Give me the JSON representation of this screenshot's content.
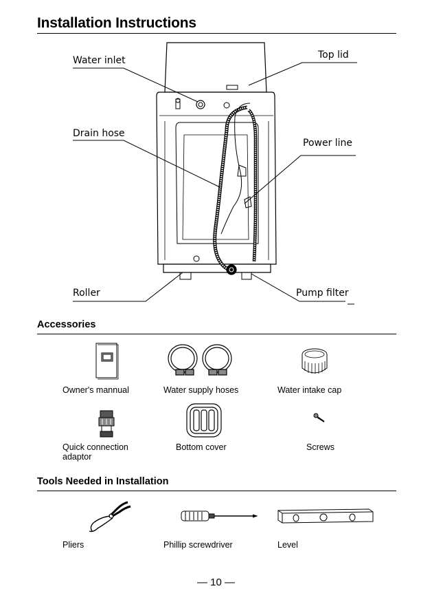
{
  "title": "Installation Instructions",
  "diagram": {
    "labels": {
      "water_inlet": "Water inlet",
      "top_lid": "Top lid",
      "drain_hose": "Drain hose",
      "power_line": "Power line",
      "roller": "Roller",
      "pump_filter": "Pump filter"
    }
  },
  "accessories": {
    "heading": "Accessories",
    "items": [
      {
        "label": "Owner's mannual",
        "icon": "manual-icon"
      },
      {
        "label": "Water supply hoses",
        "icon": "hoses-icon"
      },
      {
        "label": "Water intake cap",
        "icon": "cap-icon"
      },
      {
        "label": "Quick connection adaptor",
        "icon": "adaptor-icon"
      },
      {
        "label": "Bottom cover",
        "icon": "bottom-cover-icon"
      },
      {
        "label": "Screws",
        "icon": "screw-icon"
      }
    ]
  },
  "tools": {
    "heading": "Tools Needed in Installation",
    "items": [
      {
        "label": "Pliers",
        "icon": "pliers-icon"
      },
      {
        "label": "Phillip screwdriver",
        "icon": "screwdriver-icon"
      },
      {
        "label": "Level",
        "icon": "level-icon"
      }
    ]
  },
  "page_number": "— 10 —"
}
